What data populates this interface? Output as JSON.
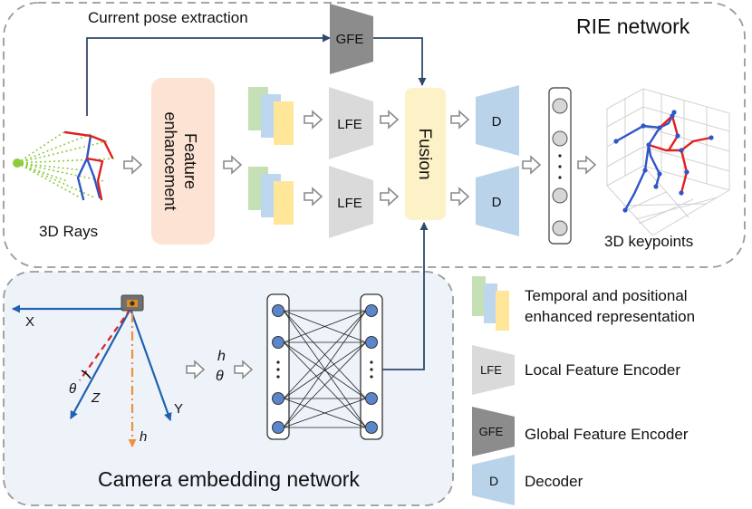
{
  "rie_panel": {
    "title": "RIE network",
    "pose_path_label": "Current pose extraction",
    "rays_label": "3D Rays",
    "feature_enhancement_label": "Feature enhancement",
    "gfe_label": "GFE",
    "lfe_label": "LFE",
    "fusion_label": "Fusion",
    "decoder_label": "D",
    "keypoints_label": "3D keypoints"
  },
  "camera_panel": {
    "title": "Camera embedding network",
    "axis_x": "X",
    "axis_y": "Y",
    "axis_z": "Z",
    "angle_theta": "θ",
    "height_h": "h",
    "outputs": [
      "h",
      "θ"
    ]
  },
  "legend": {
    "items": [
      {
        "key": "temporal",
        "text_lines": [
          "Temporal and positional",
          "enhanced representation"
        ]
      },
      {
        "key": "lfe",
        "badge": "LFE",
        "text_lines": [
          "Local Feature Encoder"
        ]
      },
      {
        "key": "gfe",
        "badge": "GFE",
        "text_lines": [
          "Global Feature Encoder"
        ]
      },
      {
        "key": "decoder",
        "badge": "D",
        "text_lines": [
          "Decoder"
        ]
      }
    ]
  },
  "colors": {
    "panel_border": "#9a9a9a",
    "camera_panel_fill": "#eef3fa",
    "feature_enhancement_fill": "#fde3d3",
    "fusion_fill": "#fdf1c8",
    "lfe_fill": "#dadada",
    "gfe_fill": "#8c8c8c",
    "decoder_fill": "#b9d3ea",
    "stack_green": "#c5e0b4",
    "stack_blue": "#bdd7ee",
    "stack_yellow": "#ffe699",
    "arrow_line": "#2e4a6b",
    "pose_red": "#e02020",
    "pose_blue": "#2f55c8",
    "ray_green": "#8ccc3c",
    "node_blue": "#4a78c8"
  }
}
